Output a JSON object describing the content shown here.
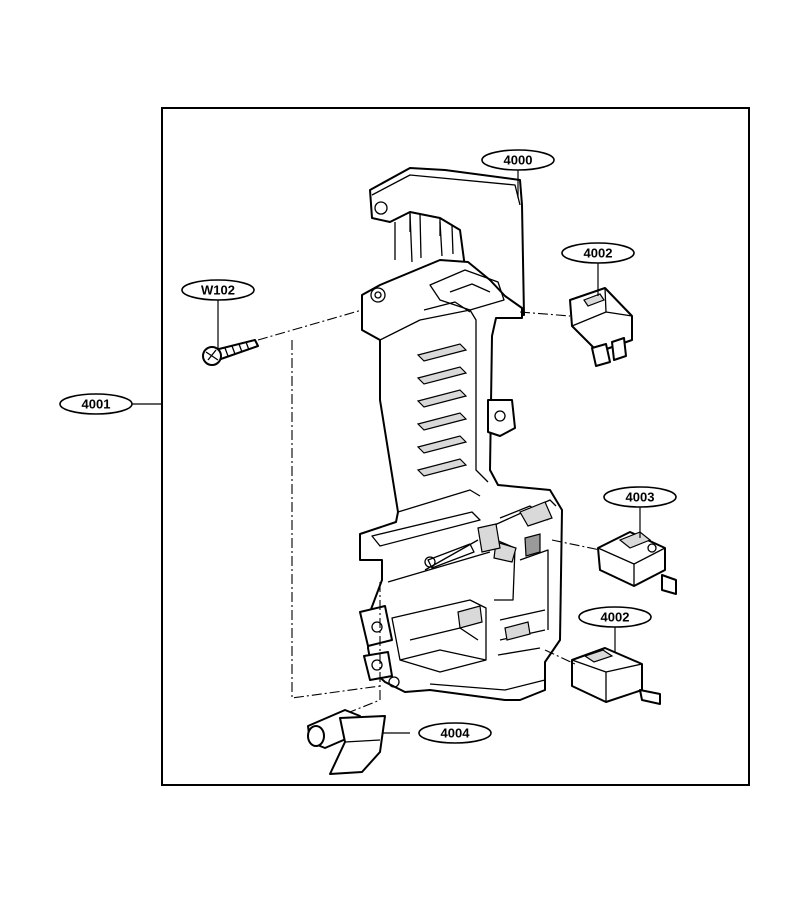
{
  "callouts": {
    "c4000": "4000",
    "c4001": "4001",
    "c4002_top": "4002",
    "c4002_bottom": "4002",
    "c4003": "4003",
    "c4004": "4004",
    "cW102": "W102"
  }
}
